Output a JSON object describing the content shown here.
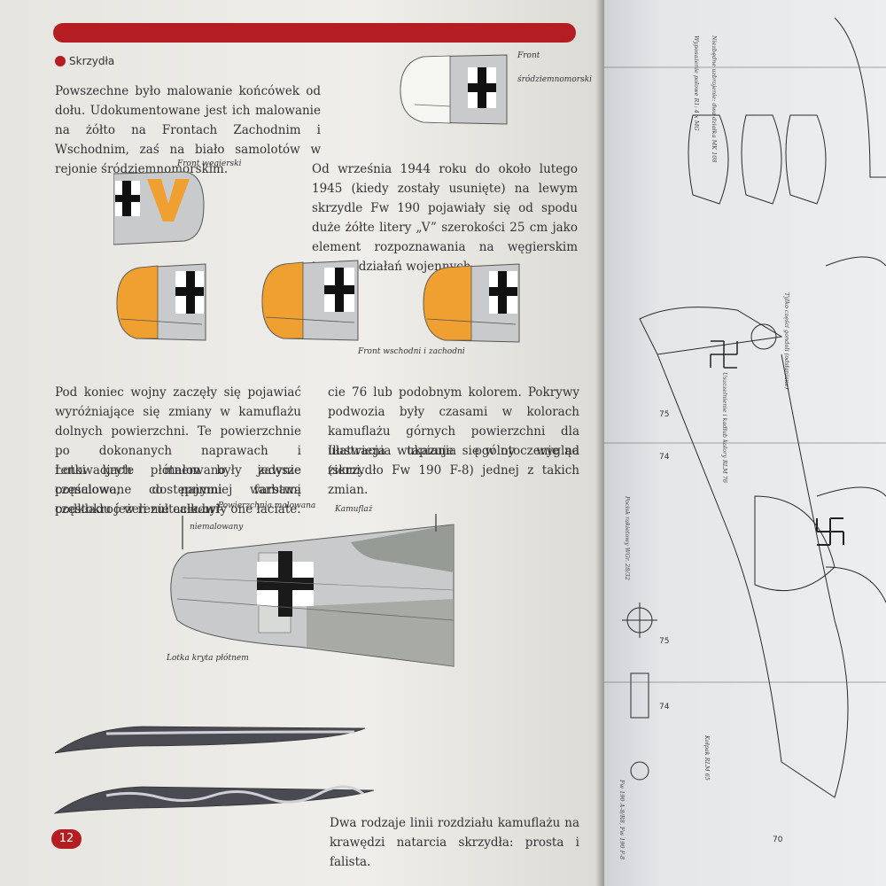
{
  "section_title": "Skrzydła",
  "paragraphs": {
    "p1": "Powszechne było malowanie końcówek od dołu. Udokumentowane jest ich malowanie na żółto na Frontach Zachodnim i Wschodnim, zaś na biało samolotów w rejonie śródziemnomorskim.",
    "p2": "Od września 1944 roku do około lutego 1945 (kiedy zostały usunięte) na lewym skrzydle Fw 190 pojawiały się od spodu duże żółte litery „V” szerokości 25 cm jako element rozpoznawania na węgierskim teatrze działań wojennych.",
    "p3": "Pod koniec wojny zaczęły się pojawiać wyróżniające się zmiany w kamuflażu dolnych powierzchni. Te powierzchnie po dokonanych naprawach i renowacjach malowano jedynie częściowo, dostępnymi farbami częstokroć w rezultacie były one łaciate.",
    "p4": "Lotki kryte płótnem były zawsze pomalowane co najmniej warstwą podkładu jeżeli nie całkowi-",
    "p5": "cie 76 lub podobnym kolorem. Pokrywy podwozia były czasami w kolorach kamuflażu górnych powierzchni dla ułatwienia wtapiania się w otoczenie na ziemi.",
    "p6": "Ilustracja ukazuje ogólny wygląd (skrzydło Fw 190 F-8) jednej z takich zmian.",
    "p7": "Dwa rodzaje linii rozdziału kamuflażu na krawędzi natarcia skrzydła: prosta i falista."
  },
  "captions": {
    "front_srodziemnomorski_1": "Front",
    "front_srodziemnomorski_2": "śródziemnomorski",
    "front_wegierski": "Front węgierski",
    "front_wschodni": "Front wschodni i zachodni",
    "metal_1": "Metal",
    "metal_2": "niemalowany",
    "powierzchnia": "Powierzchnia malowana",
    "kamuflaz": "Kamuflaż",
    "lotka": "Lotka kryta płótnem"
  },
  "right_page_notes": [
    "Wyposażenie polowe R1: 4 x MG",
    "Niezbędne uzbrojenie: dwa działka MK 108",
    "Tylko części gondoli (odsłaniane)",
    "Uszczelnienie i kadłub kolory RLM 76",
    "Pocisk rakietowy WGr. 28/32",
    "Kołpak RLM 65",
    "Fw 190 A-8/R8, Fw 190 F-8"
  ],
  "page_number": "12",
  "colors": {
    "accent_red": "#b41d22",
    "yellow_tip": "#f0a030",
    "wing_grey": "#c8c9cb"
  }
}
